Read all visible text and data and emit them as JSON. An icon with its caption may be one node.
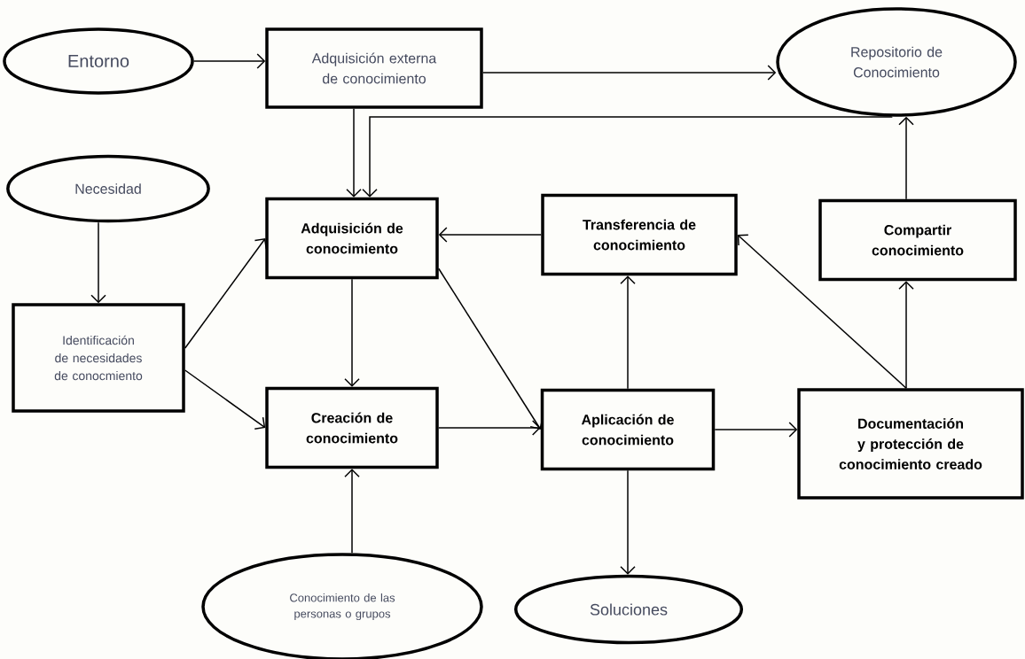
{
  "diagram": {
    "nodes": [
      {
        "text": [
          "Entorno"
        ]
      },
      {
        "text": [
          "Adquisición externa de conocimiento"
        ]
      },
      {
        "text": [
          "Repositorio de Conocimiento"
        ]
      },
      {
        "text": [
          "Necesidad"
        ]
      },
      {
        "text": [
          "Adquisición de conocimiento"
        ]
      },
      {
        "text": [
          "Transferencia de conocimiento"
        ]
      },
      {
        "text": [
          "Compartir conocimiento"
        ]
      },
      {
        "text": [
          "Identificación de necesidades de conocmiento"
        ]
      },
      {
        "text": [
          "Creación de conocimiento"
        ]
      },
      {
        "text": [
          "Aplicación de conocimiento"
        ]
      },
      {
        "text": [
          "Documentación y protección de conocimiento creado"
        ]
      },
      {
        "text": [
          "Conocimiento de las personas o grupos"
        ]
      },
      {
        "text": [
          "Soluciones"
        ]
      }
    ],
    "edges": [
      {
        "from": 0,
        "to": 1,
        "arrow": "to"
      },
      {
        "from": 1,
        "to": 2,
        "arrow": "to"
      },
      {
        "from": 1,
        "to": 4,
        "arrow": "to"
      },
      {
        "from": 2,
        "to": 4,
        "arrow": "to"
      },
      {
        "from": 3,
        "to": 7,
        "arrow": "to"
      },
      {
        "from": 7,
        "to": 4,
        "arrow": "to"
      },
      {
        "from": 7,
        "to": 8,
        "arrow": "to"
      },
      {
        "from": 4,
        "to": 8,
        "arrow": "to"
      },
      {
        "from": 4,
        "to": 9,
        "arrow": "to"
      },
      {
        "from": 5,
        "to": 4,
        "arrow": "to"
      },
      {
        "from": 8,
        "to": 9,
        "arrow": "to"
      },
      {
        "from": 9,
        "to": 5,
        "arrow": "to"
      },
      {
        "from": 9,
        "to": 12,
        "arrow": "to"
      },
      {
        "from": 9,
        "to": 10,
        "arrow": "to"
      },
      {
        "from": 10,
        "to": 5,
        "arrow": "to"
      },
      {
        "from": 10,
        "to": 6,
        "arrow": "to"
      },
      {
        "from": 6,
        "to": 2,
        "arrow": "to"
      },
      {
        "from": 11,
        "to": 8,
        "arrow": "to"
      }
    ]
  }
}
